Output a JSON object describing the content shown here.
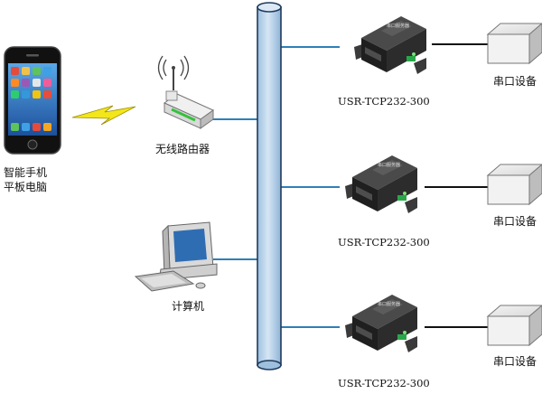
{
  "phone": {
    "line1": "智能手机",
    "line2": "平板电脑"
  },
  "router": {
    "label": "无线路由器"
  },
  "computer": {
    "label": "计算机"
  },
  "servers": [
    {
      "label": "USR-TCP232-300",
      "front_text": "串口服务器"
    },
    {
      "label": "USR-TCP232-300",
      "front_text": "串口服务器"
    },
    {
      "label": "USR-TCP232-300",
      "front_text": "串口服务器"
    }
  ],
  "devices": [
    {
      "label": "串口设备"
    },
    {
      "label": "串口设备"
    },
    {
      "label": "串口设备"
    }
  ],
  "colors": {
    "bus_fill": "#b8d3ea",
    "bus_stroke": "#1f3a5c",
    "link": "#2f7fb8",
    "wireless": "#f3e61a",
    "server_body": "#2a2a2a"
  }
}
